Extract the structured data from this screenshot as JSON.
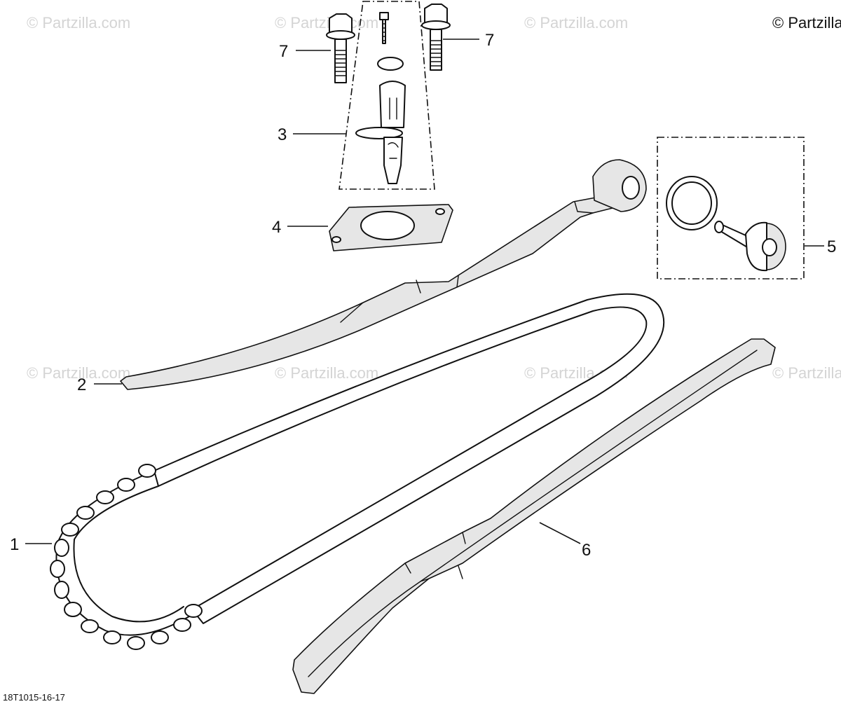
{
  "copyright": "© Partzilla.com",
  "watermark": "© Partzilla.com",
  "diagram_ref": "18T1015-16-17",
  "callouts": {
    "chain": "1",
    "guide": "2",
    "tensioner": "3",
    "gasket": "4",
    "plug": "5",
    "slider": "6",
    "bolt_left": "7",
    "bolt_right": "7"
  }
}
